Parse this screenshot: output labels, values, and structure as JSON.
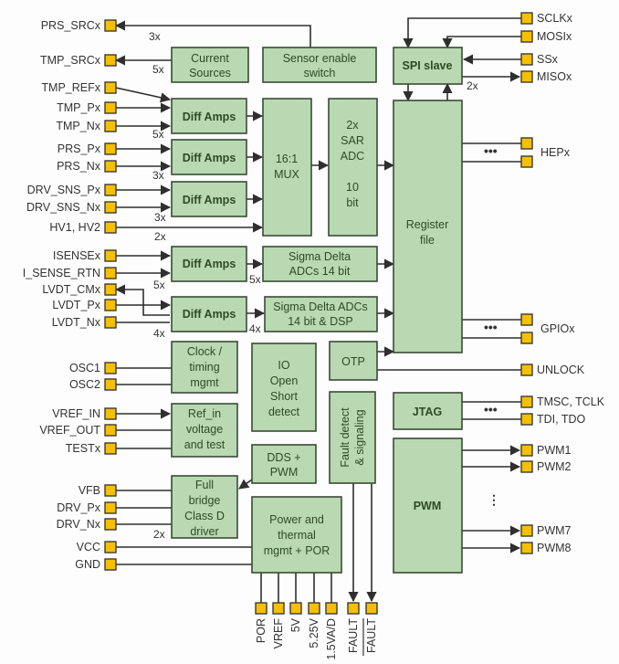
{
  "title": "Sensor interface IC block diagram",
  "colors": {
    "block_fill": "#b8d9b1",
    "block_stroke": "#3b4a37",
    "pin_fill": "#f5c000",
    "wire": "#2f2f2f"
  },
  "blocks": {
    "current_sources": [
      "Current",
      "Sources"
    ],
    "sensor_enable": [
      "Sensor enable",
      "switch"
    ],
    "spi_slave": [
      "SPI slave"
    ],
    "diff_amps_1": [
      "Diff Amps"
    ],
    "diff_amps_2": [
      "Diff Amps"
    ],
    "diff_amps_3": [
      "Diff Amps"
    ],
    "mux": [
      "16:1",
      "MUX"
    ],
    "sar_adc": [
      "2x",
      "SAR",
      "ADC",
      "",
      "10",
      "bit"
    ],
    "register_file": [
      "Register",
      "file"
    ],
    "diff_amps_4": [
      "Diff Amps"
    ],
    "sigma_delta_1": [
      "Sigma Delta",
      "ADCs 14 bit"
    ],
    "diff_amps_5": [
      "Diff Amps"
    ],
    "sigma_delta_2": [
      "Sigma Delta ADCs",
      "14 bit & DSP"
    ],
    "clock": [
      "Clock /",
      "timing",
      "mgmt"
    ],
    "io_detect": [
      "IO",
      "Open",
      "Short",
      "detect"
    ],
    "otp": [
      "OTP"
    ],
    "ref_in": [
      "Ref_in",
      "voltage",
      "and test"
    ],
    "dds_pwm": [
      "DDS +",
      "PWM"
    ],
    "fault": [
      "Fault detect",
      "& signaling"
    ],
    "jtag": [
      "JTAG"
    ],
    "full_bridge": [
      "Full",
      "bridge",
      "Class D",
      "driver"
    ],
    "power": [
      "Power and",
      "thermal",
      "mgmt + POR"
    ],
    "pwm": [
      "PWM"
    ]
  },
  "left_pins": {
    "prs_src": "PRS_SRCx",
    "tmp_src": "TMP_SRCx",
    "tmp_ref": "TMP_REFx",
    "tmp_p": "TMP_Px",
    "tmp_n": "TMP_Nx",
    "prs_p": "PRS_Px",
    "prs_n": "PRS_Nx",
    "drv_sns_p": "DRV_SNS_Px",
    "drv_sns_n": "DRV_SNS_Nx",
    "hv": "HV1, HV2",
    "isense": "ISENSEx",
    "isense_rtn": "I_SENSE_RTN",
    "lvdt_cm": "LVDT_CMx",
    "lvdt_p": "LVDT_Px",
    "lvdt_n": "LVDT_Nx",
    "osc1": "OSC1",
    "osc2": "OSC2",
    "vref_in": "VREF_IN",
    "vref_out": "VREF_OUT",
    "test": "TESTx",
    "vfb": "VFB",
    "drv_p": "DRV_Px",
    "drv_n": "DRV_Nx",
    "vcc": "VCC",
    "gnd": "GND"
  },
  "right_pins": {
    "sclk": "SCLKx",
    "mosi": "MOSIx",
    "ss": "SSx",
    "miso": "MISOx",
    "hep": "HEPx",
    "gpio": "GPIOx",
    "unlock": "UNLOCK",
    "tmsc": "TMSC, TCLK",
    "tdi": "TDI, TDO",
    "pwm1": "PWM1",
    "pwm2": "PWM2",
    "pwm7": "PWM7",
    "pwm8": "PWM8"
  },
  "bottom_pins": [
    "POR",
    "VREF",
    "5V",
    "5.25V",
    "1.5VA/D",
    "FAULT",
    "FAULT"
  ],
  "multipliers": {
    "prs_src": "3x",
    "tmp_src": "5x",
    "tmp": "5x",
    "prs": "3x",
    "drv_sns": "3x",
    "hv": "2x",
    "miso": "2x",
    "isense": "5x",
    "isense_out": "5x",
    "lvdt": "4x",
    "lvdt_out": "4x",
    "full_bridge": "2x"
  },
  "ellipsis": {
    "horizontal": "•••",
    "vertical": "⋮"
  }
}
